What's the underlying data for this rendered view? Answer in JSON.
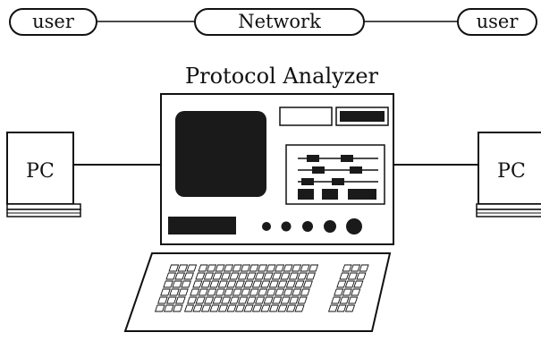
{
  "top_row": {
    "left_user": "user",
    "network": "Network",
    "right_user": "user"
  },
  "analyzer": {
    "title": "Protocol Analyzer"
  },
  "pc_left": {
    "label": "PC"
  },
  "pc_right": {
    "label": "PC"
  },
  "colors": {
    "ink": "#111111",
    "background": "#ffffff",
    "screen": "#1a1a1a"
  }
}
